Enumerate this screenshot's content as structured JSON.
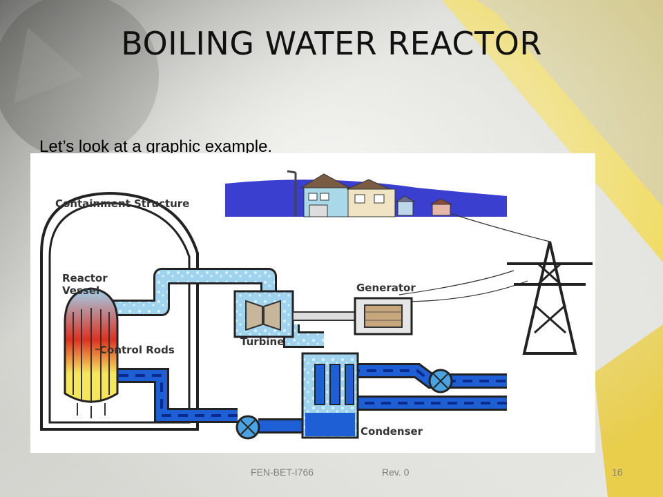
{
  "slide": {
    "title": "BOILING WATER REACTOR",
    "subtitle": "Let’s look at a graphic example.",
    "footer": {
      "doc_code": "FEN-BET-I766",
      "revision": "Rev. 0",
      "page_number": "16"
    }
  },
  "diagram": {
    "labels": {
      "containment": "Containment Structure",
      "reactor_vessel_line1": "Reactor",
      "reactor_vessel_line2": "Vessel",
      "control_rods": "Control Rods",
      "generator": "Generator",
      "turbine": "Turbine",
      "condenser": "Condenser"
    },
    "colors": {
      "steam": "#9fd3ee",
      "water": "#1e5fd6",
      "water_dash": "#0a2a8c",
      "core_hot": "#e03020",
      "core_warm": "#f5e65a",
      "outline": "#222222",
      "background_accent": "#f2d21a"
    }
  }
}
